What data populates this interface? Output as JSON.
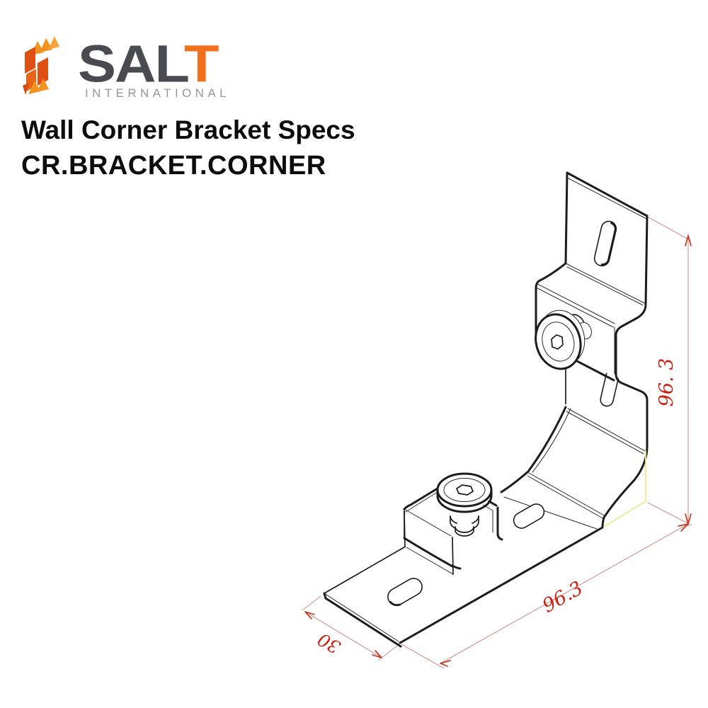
{
  "brand": {
    "wordmark_main": "SAL",
    "wordmark_accent": "T",
    "tagline": "INTERNATIONAL"
  },
  "page": {
    "title": "Wall Corner Bracket Specs",
    "product_code": "CR.BRACKET.CORNER"
  },
  "drawing": {
    "type": "isometric technical drawing of wall corner bracket with two socket bolts and four mounting slots",
    "dimensions": {
      "height": {
        "value": "96. 3",
        "orientation": "vertical-right"
      },
      "length": {
        "value": "96.3",
        "orientation": "diagonal-bottom"
      },
      "width": {
        "value": "30",
        "orientation": "diagonal-bottom-left"
      }
    },
    "colors": {
      "line": "#1c1c1c",
      "dimension_text": "#cc2110",
      "dimension_line": "#d49090",
      "highlight_edge": "#efe98f",
      "logo_orange": "#f2701d",
      "logo_orange_dark": "#de5013",
      "wordmark_gray": "#4a4a51"
    }
  }
}
